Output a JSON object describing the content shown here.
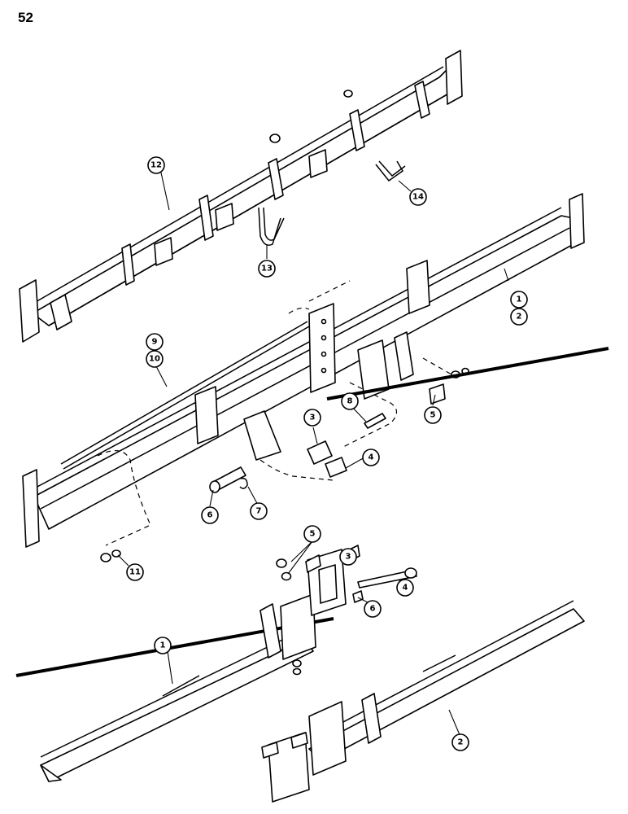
{
  "page_number": "52",
  "callouts": {
    "c1": "1",
    "c2": "2",
    "c3": "3",
    "c4": "4",
    "c5": "5",
    "c6": "6",
    "c7": "7",
    "c8": "8",
    "c9": "9",
    "c10": "10",
    "c11": "11",
    "c12": "12",
    "c13": "13",
    "c14": "14",
    "b1": "1",
    "b2": "2",
    "b3": "3",
    "b4": "4",
    "b5": "5",
    "b6": "6"
  }
}
